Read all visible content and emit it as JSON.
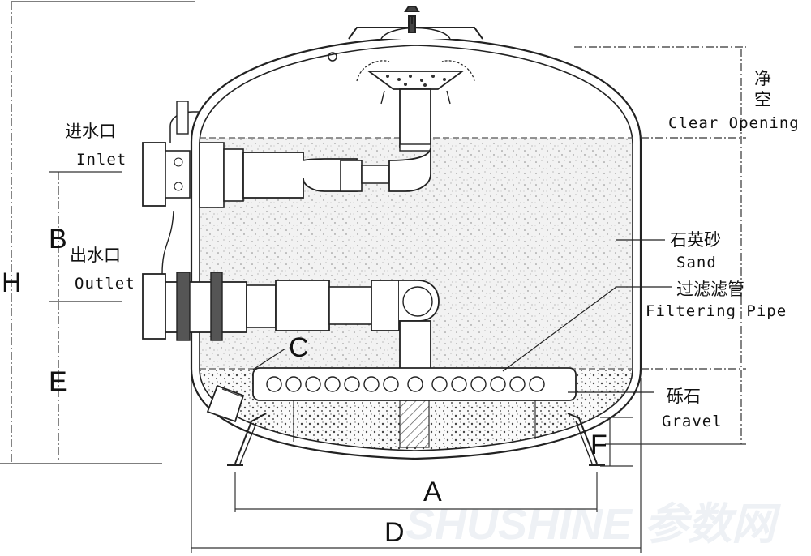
{
  "labels": {
    "clear_opening_cn": "净\n空",
    "clear_opening_en": "Clear Opening",
    "inlet_cn": "进水口",
    "inlet_en": "Inlet",
    "outlet_cn": "出水口",
    "outlet_en": "Outlet",
    "sand_cn": "石英砂",
    "sand_en": "Sand",
    "pipe_cn": "过滤滤管",
    "pipe_en": "Filtering Pipe",
    "gravel_cn": "砾石",
    "gravel_en": "Gravel"
  },
  "dimensions": {
    "H": "H",
    "B": "B",
    "E": "E",
    "C": "C",
    "A": "A",
    "D": "D",
    "F": "F"
  },
  "watermark": "SHUSHINE 参数网"
}
